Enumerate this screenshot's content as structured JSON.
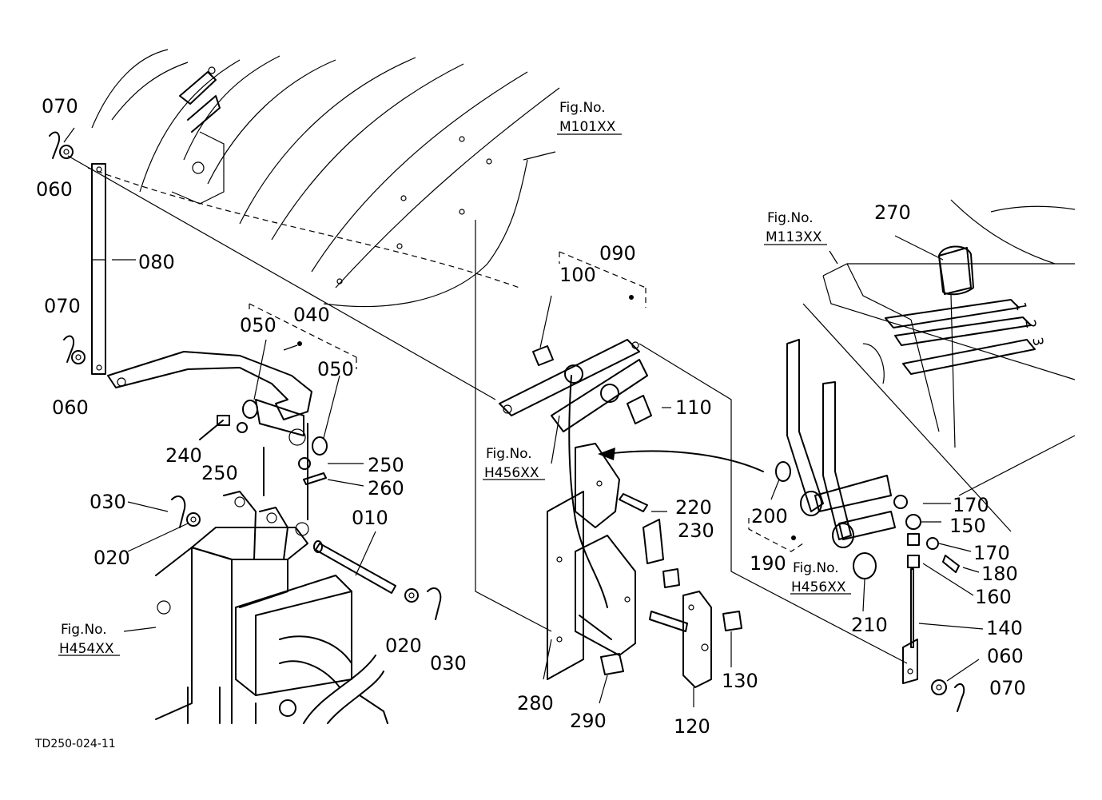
{
  "drawing_code": "TD250-024-11",
  "figure_references": [
    {
      "label": "Fig.No.",
      "code": "M101XX"
    },
    {
      "label": "Fig.No.",
      "code": "M113XX"
    },
    {
      "label": "Fig.No.",
      "code": "H456XX"
    },
    {
      "label": "Fig.No.",
      "code": "H456XX"
    },
    {
      "label": "Fig.No.",
      "code": "H454XX"
    }
  ],
  "part_numbers": [
    "070",
    "060",
    "080",
    "070",
    "060",
    "040",
    "050",
    "050",
    "240",
    "250",
    "250",
    "260",
    "030",
    "020",
    "010",
    "020",
    "030",
    "100",
    "090",
    "110",
    "220",
    "230",
    "130",
    "120",
    "280",
    "290",
    "270",
    "200",
    "190",
    "210",
    "170",
    "150",
    "170",
    "180",
    "160",
    "140",
    "060",
    "070"
  ],
  "gear_markings": [
    "1",
    "2",
    "3"
  ]
}
